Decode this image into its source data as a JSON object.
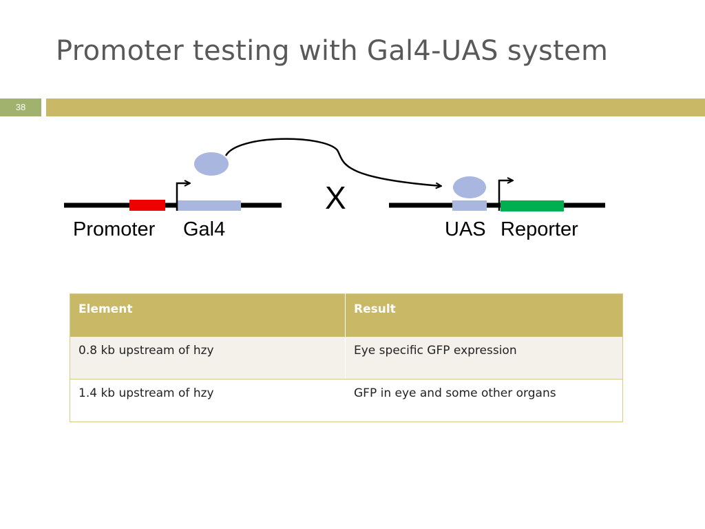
{
  "slide": {
    "title": "Promoter testing with Gal4-UAS system",
    "number": "38"
  },
  "diagram": {
    "labels": {
      "promoter": "Promoter",
      "gal4": "Gal4",
      "cross": "X",
      "uas": "UAS",
      "reporter": "Reporter"
    },
    "colors": {
      "dna_line": "#000000",
      "promoter_block": "#ee0000",
      "gal4_block": "#a9b7e0",
      "gal4_protein": "#a9b7e0",
      "uas_block": "#a9b7e0",
      "reporter_block": "#00b050"
    }
  },
  "table": {
    "headers": [
      "Element",
      "Result"
    ],
    "rows": [
      [
        "0.8 kb upstream of hzy",
        "Eye specific GFP expression"
      ],
      [
        "1.4 kb upstream of hzy",
        "GFP in eye and some other organs"
      ]
    ]
  }
}
